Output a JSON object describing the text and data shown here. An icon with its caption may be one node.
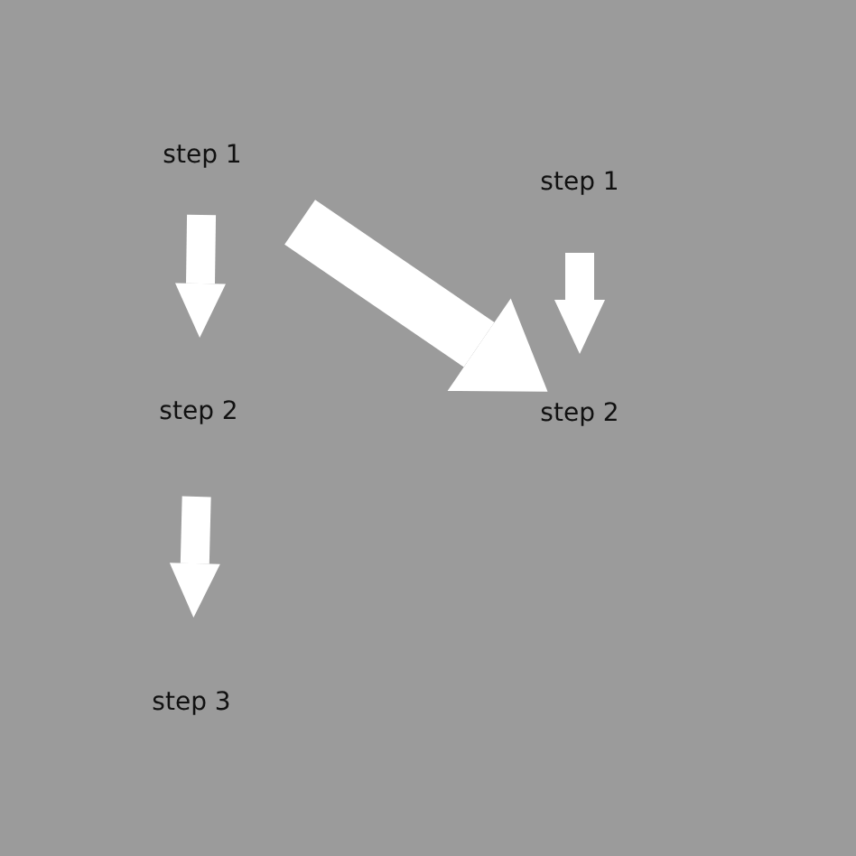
{
  "diagram": {
    "nodes": [
      {
        "text": [
          "step 1"
        ]
      },
      {
        "text": [
          "step 2"
        ]
      },
      {
        "text": [
          "step 3"
        ]
      },
      {
        "text": [
          "step 1"
        ]
      },
      {
        "text": [
          "step 2"
        ]
      }
    ],
    "edges": [
      {
        "from": 0,
        "to": 1,
        "arrow": "to"
      },
      {
        "from": 1,
        "to": 2,
        "arrow": "to"
      },
      {
        "from": 0,
        "to": 4,
        "arrow": "to",
        "style": "thick"
      },
      {
        "from": 3,
        "to": 4,
        "arrow": "to"
      }
    ]
  }
}
